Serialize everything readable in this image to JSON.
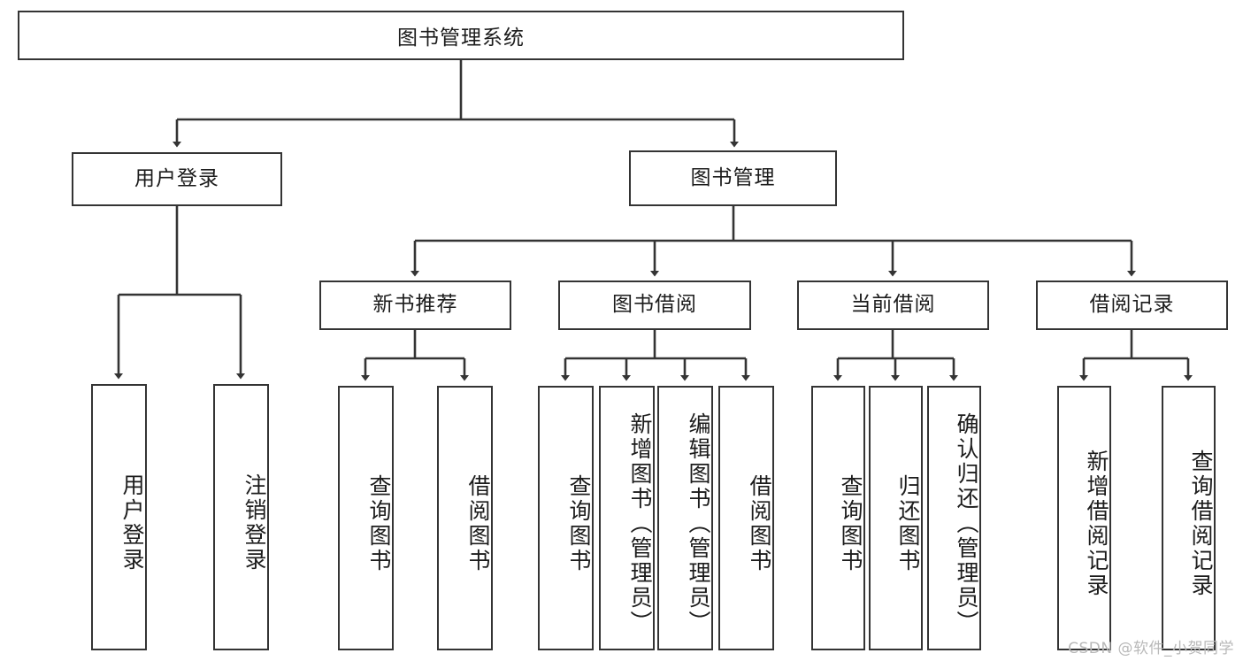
{
  "diagram": {
    "title": "图书管理系统",
    "type": "tree-hierarchy",
    "stroke_color": "#343434",
    "text_color": "#1c1c1c",
    "background": "#ffffff",
    "root": {
      "label": "图书管理系统"
    },
    "level2": [
      {
        "label": "用户登录"
      },
      {
        "label": "图书管理"
      }
    ],
    "level3": [
      {
        "label": "新书推荐"
      },
      {
        "label": "图书借阅"
      },
      {
        "label": "当前借阅"
      },
      {
        "label": "借阅记录"
      }
    ],
    "leaves": {
      "user_login": [
        {
          "label": "用户登录"
        },
        {
          "label": "注销登录"
        }
      ],
      "new_book_recommend": [
        {
          "label": "查询图书"
        },
        {
          "label": "借阅图书"
        }
      ],
      "book_borrow": [
        {
          "label": "查询图书"
        },
        {
          "label": "新增图书（管理员）"
        },
        {
          "label": "编辑图书（管理员）"
        },
        {
          "label": "借阅图书"
        }
      ],
      "current_borrow": [
        {
          "label": "查询图书"
        },
        {
          "label": "归还图书"
        },
        {
          "label": "确认归还（管理员）"
        }
      ],
      "borrow_record": [
        {
          "label": "新增借阅记录"
        },
        {
          "label": "查询借阅记录"
        }
      ]
    }
  },
  "watermark": {
    "text": "CSDN @软件_小贺同学"
  }
}
